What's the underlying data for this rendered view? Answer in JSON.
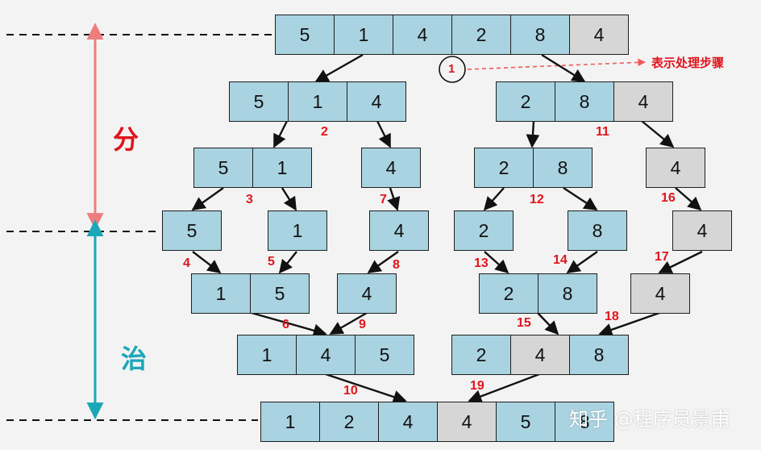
{
  "phases": {
    "divide": "分",
    "conquer": "治"
  },
  "legend": {
    "circle_number": "1",
    "label": "表示处理步骤"
  },
  "watermark": "知乎 @程序员景甫",
  "colors": {
    "cell_blue": "#a9d3e1",
    "cell_gray": "#d6d6d6",
    "step_red": "#e0141b",
    "divide_arrow": "#ee7d7d",
    "conquer_arrow": "#1aa7b8"
  },
  "rows": [
    {
      "id": "top",
      "cells": [
        {
          "v": "5",
          "c": "b"
        },
        {
          "v": "1",
          "c": "b"
        },
        {
          "v": "4",
          "c": "b"
        },
        {
          "v": "2",
          "c": "b"
        },
        {
          "v": "8",
          "c": "b"
        },
        {
          "v": "4",
          "c": "g"
        }
      ]
    },
    {
      "id": "l1-left",
      "cells": [
        {
          "v": "5",
          "c": "b"
        },
        {
          "v": "1",
          "c": "b"
        },
        {
          "v": "4",
          "c": "b"
        }
      ]
    },
    {
      "id": "l1-right",
      "cells": [
        {
          "v": "2",
          "c": "b"
        },
        {
          "v": "8",
          "c": "b"
        },
        {
          "v": "4",
          "c": "g"
        }
      ]
    },
    {
      "id": "l2-a",
      "cells": [
        {
          "v": "5",
          "c": "b"
        },
        {
          "v": "1",
          "c": "b"
        }
      ]
    },
    {
      "id": "l2-b",
      "cells": [
        {
          "v": "4",
          "c": "b"
        }
      ]
    },
    {
      "id": "l2-c",
      "cells": [
        {
          "v": "2",
          "c": "b"
        },
        {
          "v": "8",
          "c": "b"
        }
      ]
    },
    {
      "id": "l2-d",
      "cells": [
        {
          "v": "4",
          "c": "g"
        }
      ]
    },
    {
      "id": "l3-a",
      "cells": [
        {
          "v": "5",
          "c": "b"
        }
      ]
    },
    {
      "id": "l3-b",
      "cells": [
        {
          "v": "1",
          "c": "b"
        }
      ]
    },
    {
      "id": "l3-c",
      "cells": [
        {
          "v": "4",
          "c": "b"
        }
      ]
    },
    {
      "id": "l3-d",
      "cells": [
        {
          "v": "2",
          "c": "b"
        }
      ]
    },
    {
      "id": "l3-e",
      "cells": [
        {
          "v": "8",
          "c": "b"
        }
      ]
    },
    {
      "id": "l3-f",
      "cells": [
        {
          "v": "4",
          "c": "g"
        }
      ]
    },
    {
      "id": "m1-a",
      "cells": [
        {
          "v": "1",
          "c": "b"
        },
        {
          "v": "5",
          "c": "b"
        }
      ]
    },
    {
      "id": "m1-b",
      "cells": [
        {
          "v": "4",
          "c": "b"
        }
      ]
    },
    {
      "id": "m1-c",
      "cells": [
        {
          "v": "2",
          "c": "b"
        },
        {
          "v": "8",
          "c": "b"
        }
      ]
    },
    {
      "id": "m1-d",
      "cells": [
        {
          "v": "4",
          "c": "g"
        }
      ]
    },
    {
      "id": "m2-left",
      "cells": [
        {
          "v": "1",
          "c": "b"
        },
        {
          "v": "4",
          "c": "b"
        },
        {
          "v": "5",
          "c": "b"
        }
      ]
    },
    {
      "id": "m2-right",
      "cells": [
        {
          "v": "2",
          "c": "b"
        },
        {
          "v": "4",
          "c": "g"
        },
        {
          "v": "8",
          "c": "b"
        }
      ]
    },
    {
      "id": "bottom",
      "cells": [
        {
          "v": "1",
          "c": "b"
        },
        {
          "v": "2",
          "c": "b"
        },
        {
          "v": "4",
          "c": "b"
        },
        {
          "v": "4",
          "c": "g"
        },
        {
          "v": "5",
          "c": "b"
        },
        {
          "v": "8",
          "c": "b"
        }
      ]
    }
  ],
  "steps": [
    "2",
    "3",
    "4",
    "5",
    "6",
    "7",
    "8",
    "9",
    "10",
    "11",
    "12",
    "13",
    "14",
    "15",
    "16",
    "17",
    "18",
    "19"
  ]
}
